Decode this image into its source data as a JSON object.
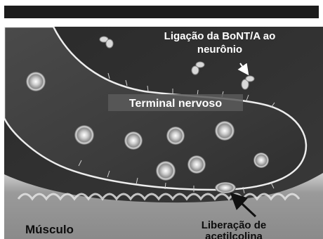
{
  "labels": {
    "binding_line1": "Ligação da BoNT/A ao",
    "binding_line2": "neurônio",
    "nerve_terminal": "Terminal nervoso",
    "muscle": "Músculo",
    "release_line1": "Liberação de",
    "release_line2": "acetilcolina"
  },
  "colors": {
    "page_background": "#ffffff",
    "top_bar": "#1c1c1c",
    "label_text": "#ffffff",
    "muscle_label_text": "#0d0d0d",
    "release_label_text": "#0d0d0d"
  }
}
